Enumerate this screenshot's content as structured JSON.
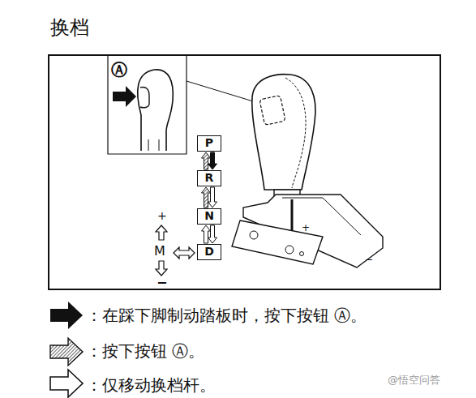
{
  "diagram": {
    "title": "换档",
    "nodes": [
      {
        "text": [
          "P"
        ]
      },
      {
        "text": [
          "R"
        ]
      },
      {
        "text": [
          "N"
        ]
      },
      {
        "text": [
          "D"
        ]
      }
    ],
    "edges": [
      {
        "from": 0,
        "to": 1,
        "arrow": "to"
      },
      {
        "from": 1,
        "to": 0,
        "arrow": "to"
      },
      {
        "from": 1,
        "to": 2,
        "arrow": "to"
      },
      {
        "from": 2,
        "to": 1,
        "arrow": "to"
      },
      {
        "from": 2,
        "to": 3,
        "arrow": "to"
      },
      {
        "from": 3,
        "to": 2,
        "arrow": "to"
      }
    ],
    "labels": [
      "Ⓐ",
      "+",
      "M",
      "−",
      "+",
      "−",
      "@悟空问答"
    ],
    "legend": [
      {
        "text": "：在踩下脚制动踏板时，按下按钮 Ⓐ。"
      },
      {
        "text": "：按下按钮 Ⓐ。"
      },
      {
        "text": "：仅移动换档杆。"
      }
    ]
  }
}
